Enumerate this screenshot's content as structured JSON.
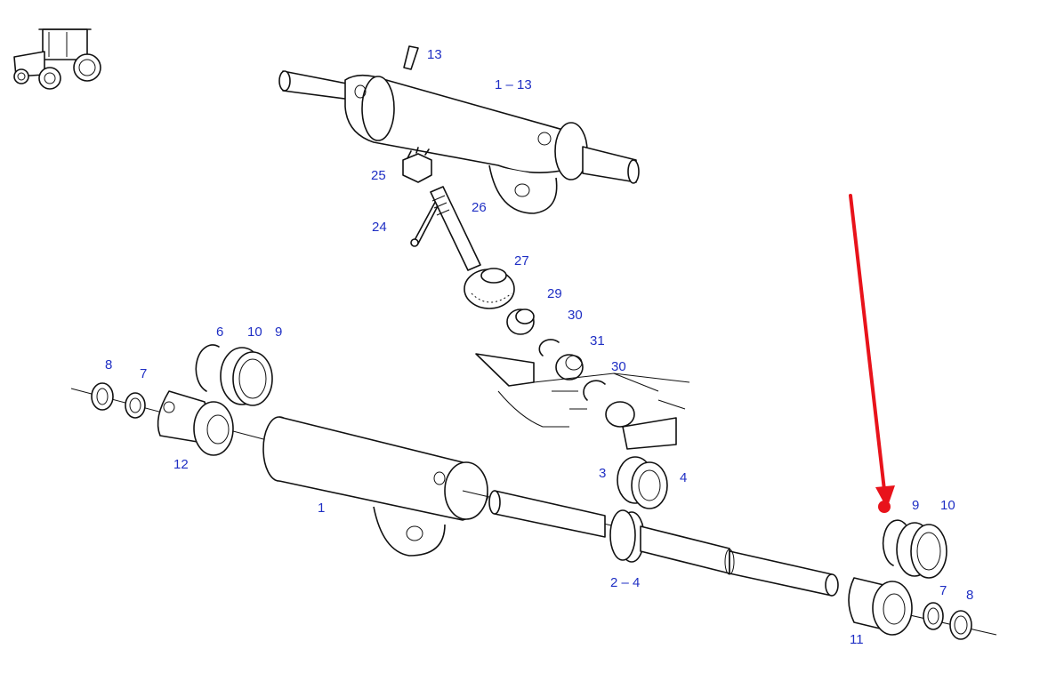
{
  "labels": {
    "l13": "13",
    "l1_13": "1 – 13",
    "l25": "25",
    "l26": "26",
    "l24": "24",
    "l27": "27",
    "l29": "29",
    "l30a": "30",
    "l31": "31",
    "l30b": "30",
    "l6": "6",
    "l10a": "10",
    "l9a": "9",
    "l8a": "8",
    "l7a": "7",
    "l12": "12",
    "l1": "1",
    "l3": "3",
    "l4": "4",
    "l2_4": "2 – 4",
    "l9b": "9",
    "l10b": "10",
    "l7b": "7",
    "l8b": "8",
    "l11": "11"
  },
  "colors": {
    "label": "#1f2fc4",
    "arrow": "#e8131b",
    "line": "#111111"
  },
  "icons": {
    "tractor": "tractor-icon",
    "pointer": "red-arrow-pointer"
  }
}
